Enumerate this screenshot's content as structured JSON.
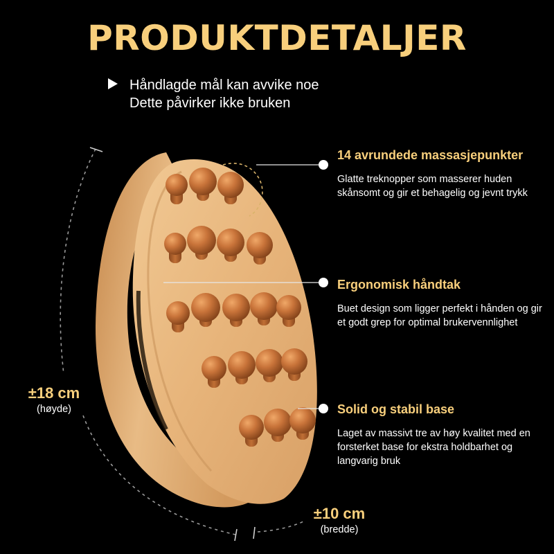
{
  "title": "PRODUKTDETALJER",
  "note": {
    "line1": "Håndlagde mål kan avvike noe",
    "line2": "Dette påvirker ikke bruken"
  },
  "features": [
    {
      "title": "14 avrundede massasjepunkter",
      "description": "Glatte treknopper som masserer huden skånsomt og gir et behagelig og jevnt trykk"
    },
    {
      "title": "Ergonomisk håndtak",
      "description": "Buet design som ligger perfekt i hånden og gir et godt grep for optimal brukervennlighet"
    },
    {
      "title": "Solid og stabil base",
      "description": "Laget av massivt tre av høy kvalitet med en forsterket base for ekstra holdbarhet og langvarig bruk"
    }
  ],
  "dimensions": {
    "height": {
      "value": "±18 cm",
      "label": "(høyde)"
    },
    "width": {
      "value": "±10 cm",
      "label": "(bredde)"
    }
  },
  "colors": {
    "accent": "#f8cf7c",
    "background": "#000000",
    "wood_light": "#e2b27a",
    "wood_dark": "#b8692e"
  }
}
